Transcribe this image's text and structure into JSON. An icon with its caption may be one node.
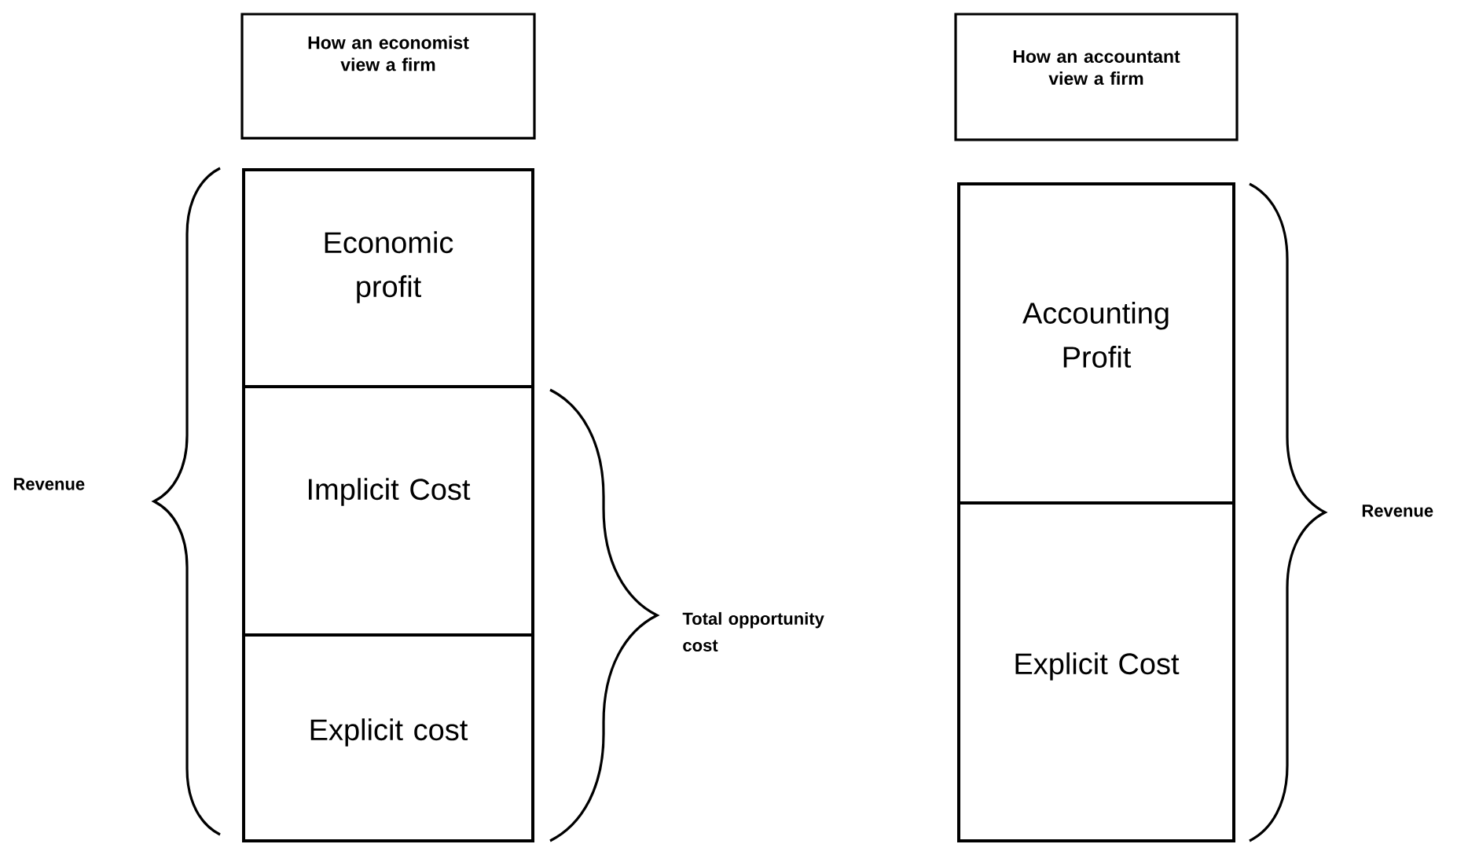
{
  "diagram": {
    "nodes": [
      {
        "text": [
          "How an economist view a firm"
        ]
      },
      {
        "text": [
          "Economic profit"
        ]
      },
      {
        "text": [
          "Implicit Cost"
        ]
      },
      {
        "text": [
          "Explicit cost"
        ]
      },
      {
        "text": [
          "How an accountant view a firm"
        ]
      },
      {
        "text": [
          "Accounting Profit"
        ]
      },
      {
        "text": [
          "Explicit Cost"
        ]
      }
    ],
    "labels": [
      "Revenue",
      "Total opportunity cost",
      "Revenue"
    ]
  }
}
